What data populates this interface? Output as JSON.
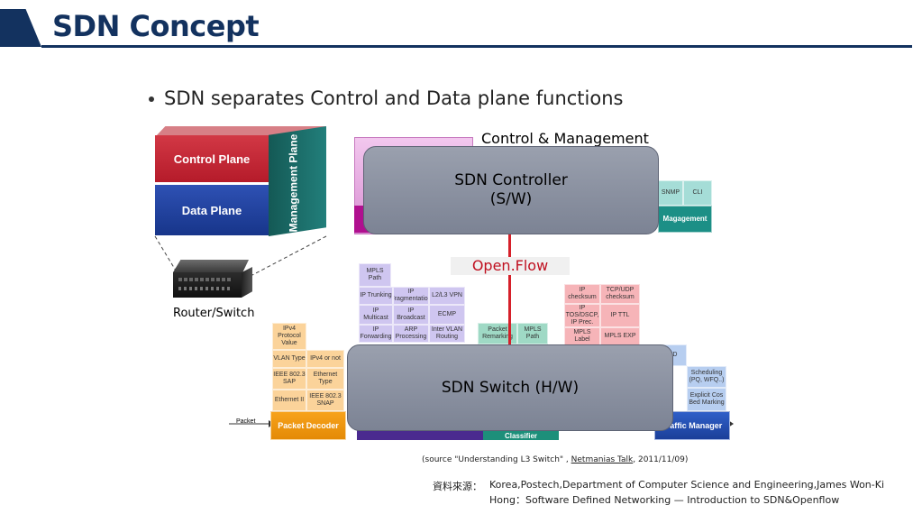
{
  "title": "SDN Concept",
  "bullet": "SDN separates Control and Data plane functions",
  "cube": {
    "control_plane": "Control Plane",
    "data_plane": "Data Plane",
    "management_plane": "Management Plane"
  },
  "device_label": "Router/Switch",
  "control_mgmt_label": "Control & Management",
  "controller": {
    "line1": "SDN Controller",
    "line2": "(S/W)"
  },
  "openflow_label": "Open.Flow",
  "switch_label": "SDN Switch (H/W)",
  "mgmt_blocks": [
    "SNMP",
    "CLI",
    "Magagement"
  ],
  "l3_blocks": [
    "MPLS Path",
    "IP Trunking",
    "IP Fragmentation",
    "L2/L3 VPN",
    "IP Multicast",
    "IP Broadcast",
    "ECMP",
    "IP Forwarding",
    "ARP Processing",
    "Inter VLAN Routing"
  ],
  "ip_blocks": [
    "IP checksum",
    "TCP/UDP checksum",
    "IP TOS/DSCP, IP Prec.",
    "IP TTL",
    "MPLS Label",
    "MPLS EXP"
  ],
  "mid_blocks": [
    "Packet Remarking",
    "MPLS Path"
  ],
  "decoder_blocks": [
    "IPv4 Protocol Value",
    "VLAN Type",
    "IPv4 or not",
    "IEEE 802.3 SAP",
    "Ethernet Type",
    "Ethernet II",
    "IEEE 802.3 SNAP"
  ],
  "decoder_title": "Packet Decoder",
  "packet_label": "Packet",
  "tm_blocks": [
    "RED",
    "Scheduling (PQ, WFQ..)",
    "Explicit Cos Bed Marking"
  ],
  "tm_title": "Traffic Manager",
  "classifier_title": "Classifier",
  "source": {
    "prefix": "(source  \"Understanding L3 Switch\" , ",
    "link": "Netmanias Talk",
    "suffix": ", 2011/11/09)"
  },
  "reference": {
    "label": "資料來源：",
    "line1": "Korea,Postech,Department of Computer Science and Engineering,James Won-Ki",
    "line2": "Hong：Software Defined Networking — Introduction to SDN&Openflow"
  },
  "colors": {
    "title_blue": "#13325f",
    "control_red": "#c8202f",
    "data_blue": "#1d3f9e",
    "mgmt_teal": "#1d6f6c",
    "overlay_gray": "#8b91a1",
    "openflow_line": "#d6202a"
  }
}
